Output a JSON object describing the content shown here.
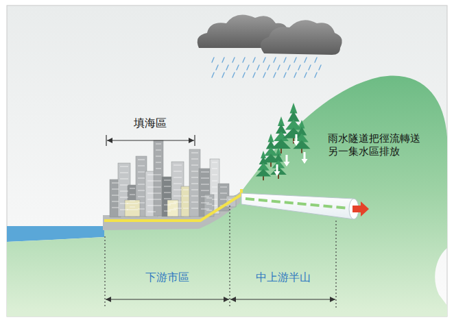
{
  "diagram": {
    "labels": [
      "填海區",
      "雨水隧道把徑流轉送 另一集水區排放",
      "下游市區",
      "中上游半山"
    ]
  }
}
